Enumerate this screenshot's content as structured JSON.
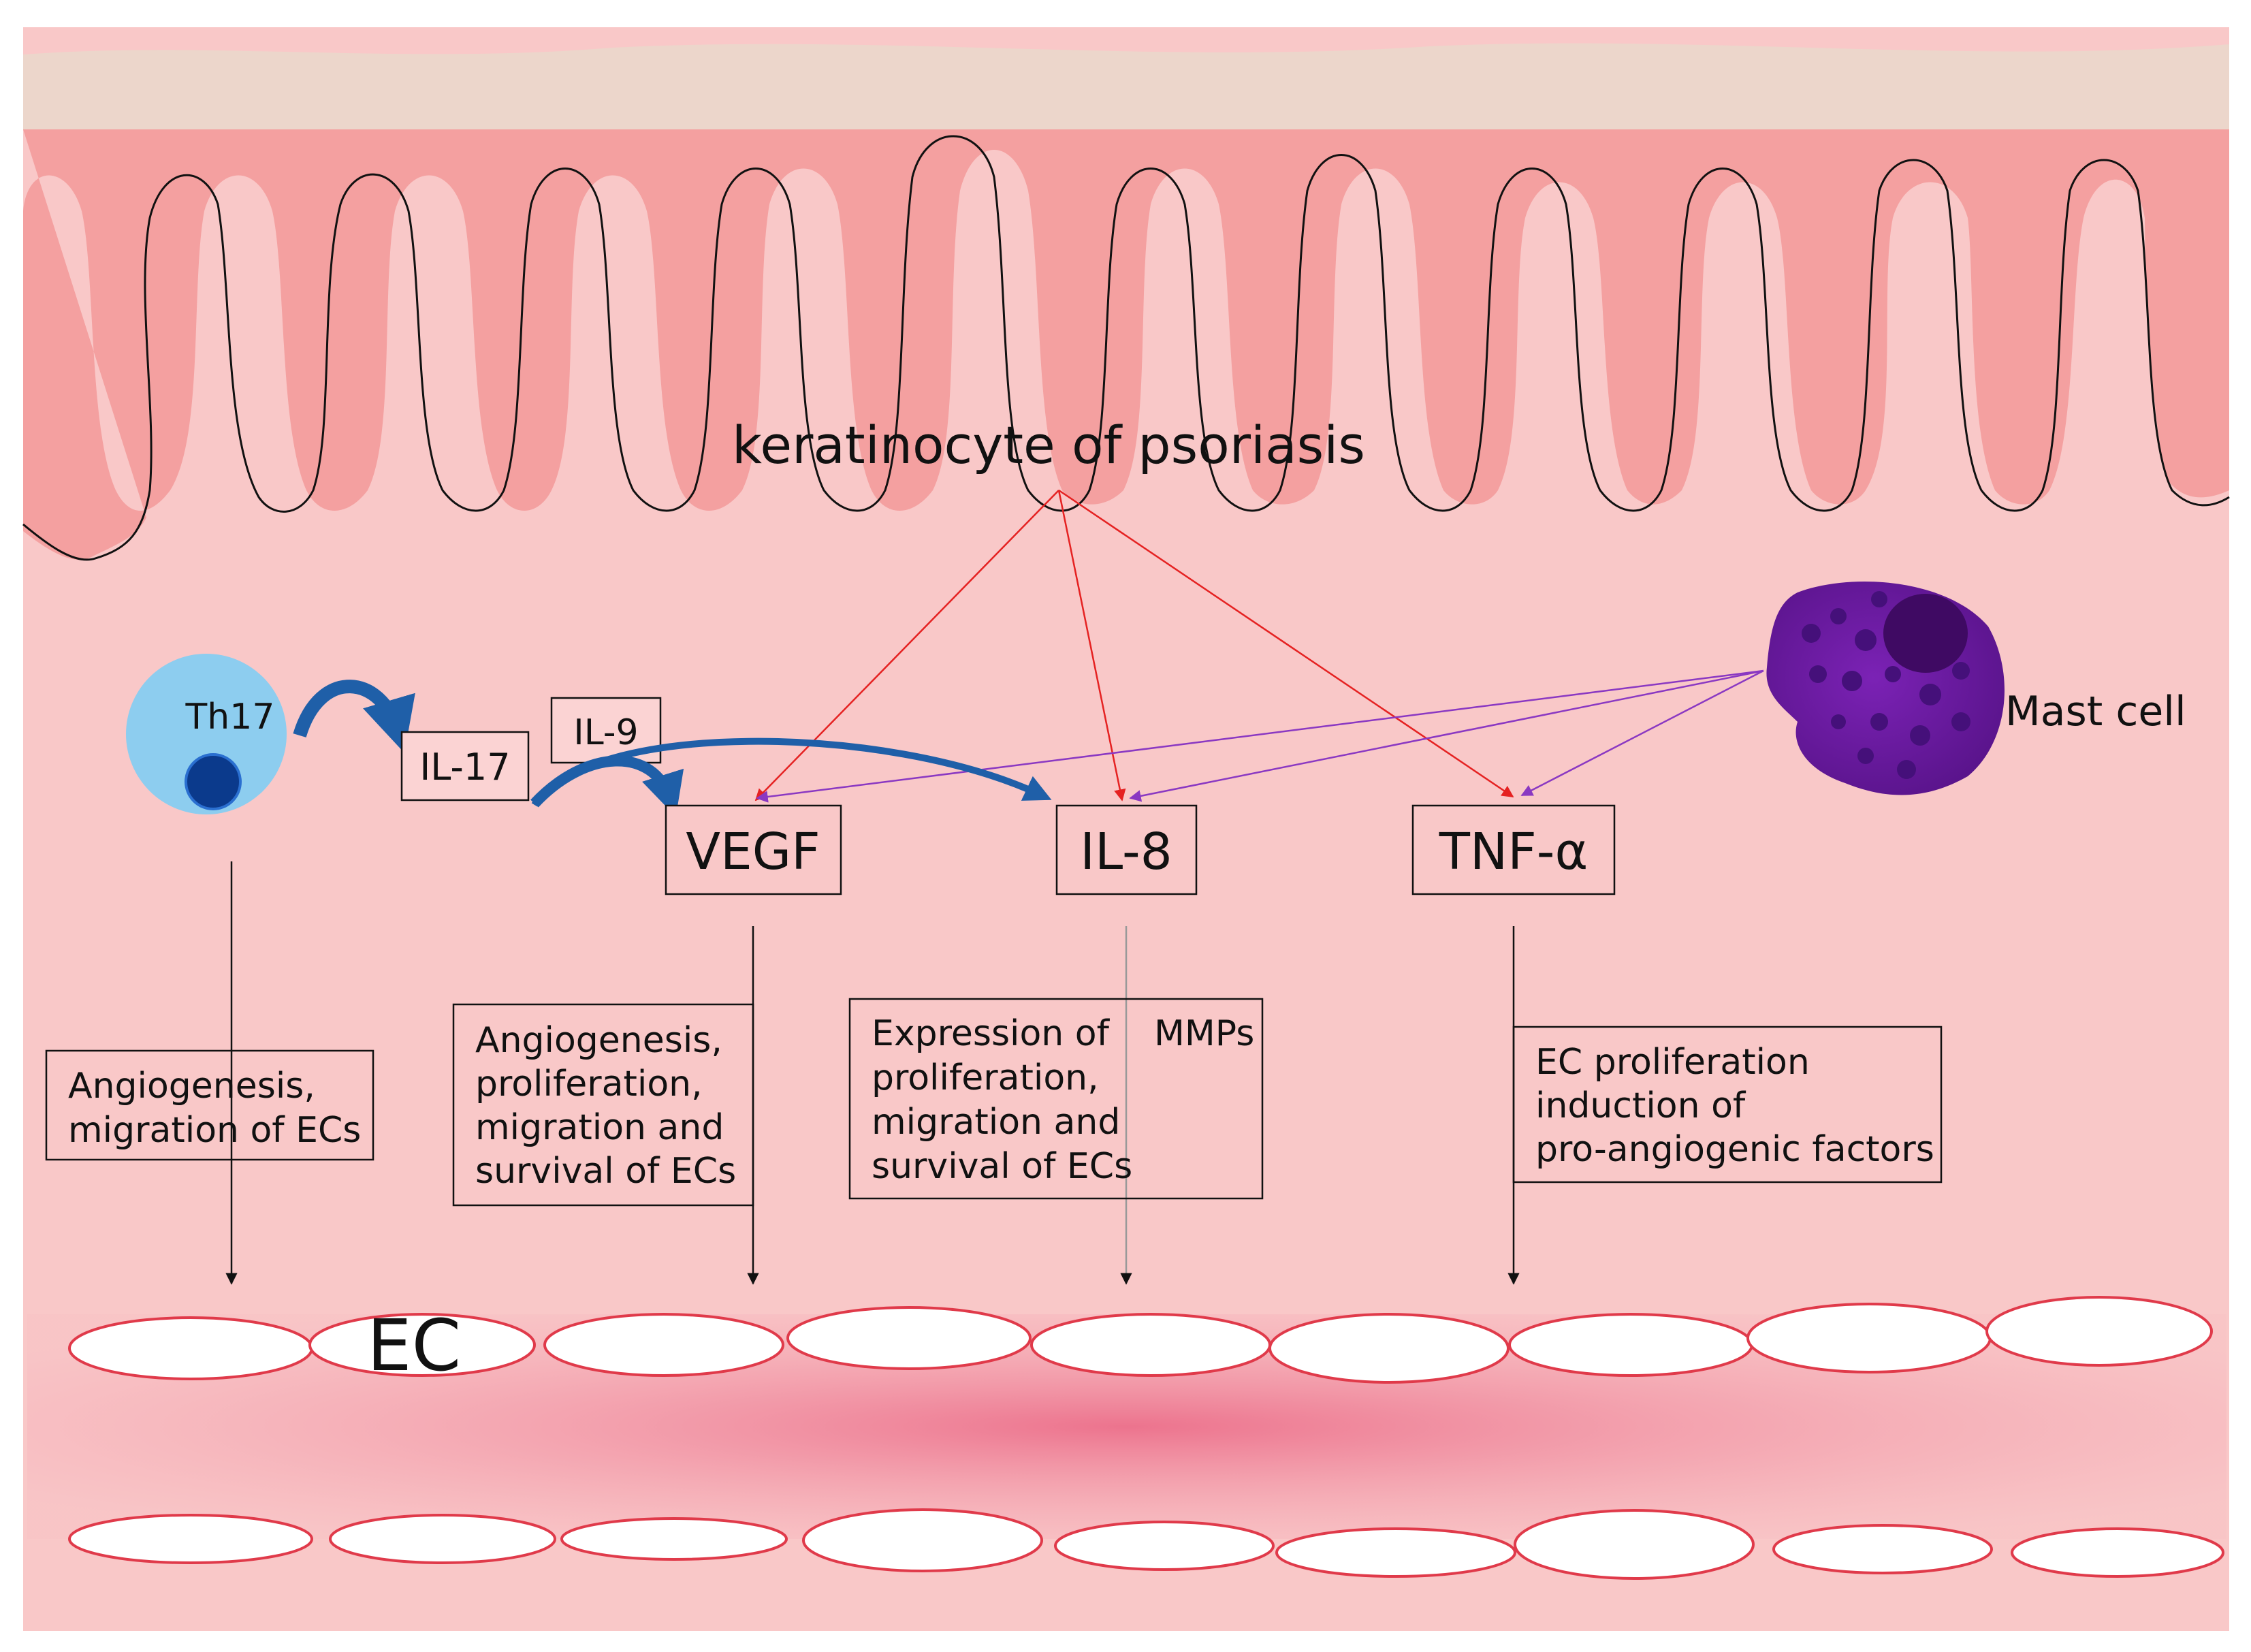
{
  "header": {
    "keratinocyte_label": "keratinocyte of psoriasis"
  },
  "cells": {
    "th17_label": "Th17",
    "mast_label": "Mast cell",
    "ec_label": "EC"
  },
  "cytokines": {
    "il17": "IL-17",
    "il9": "IL-9",
    "vegf": "VEGF",
    "il8": "IL-8",
    "tnf": "TNF-α"
  },
  "effects": {
    "th17_lines": [
      "Angiogenesis,",
      "migration of ECs"
    ],
    "vegf_lines": [
      "Angiogenesis,",
      "proliferation,",
      "migration and",
      "survival of ECs"
    ],
    "il8_lines": [
      "Expression of    MMPs",
      "proliferation,",
      "migration and",
      "survival of ECs"
    ],
    "tnf_lines": [
      "EC proliferation",
      "induction of",
      "pro-angiogenic factors"
    ]
  },
  "colors": {
    "background": "#f9c8c8",
    "epidermis": "#f4a0a0",
    "stratum_corneum": "#ecd6cb",
    "keratinocyte_arrow": "#e52222",
    "mast_arrow": "#8a38c2",
    "il_arrow": "#1f5fa8",
    "th17_cell": "#8dcdef",
    "th17_nucleus": "#0b3a8c",
    "mast_cell": "#6a1aa0",
    "vessel": "#e0607a",
    "ec_outline": "#e03a4a"
  }
}
